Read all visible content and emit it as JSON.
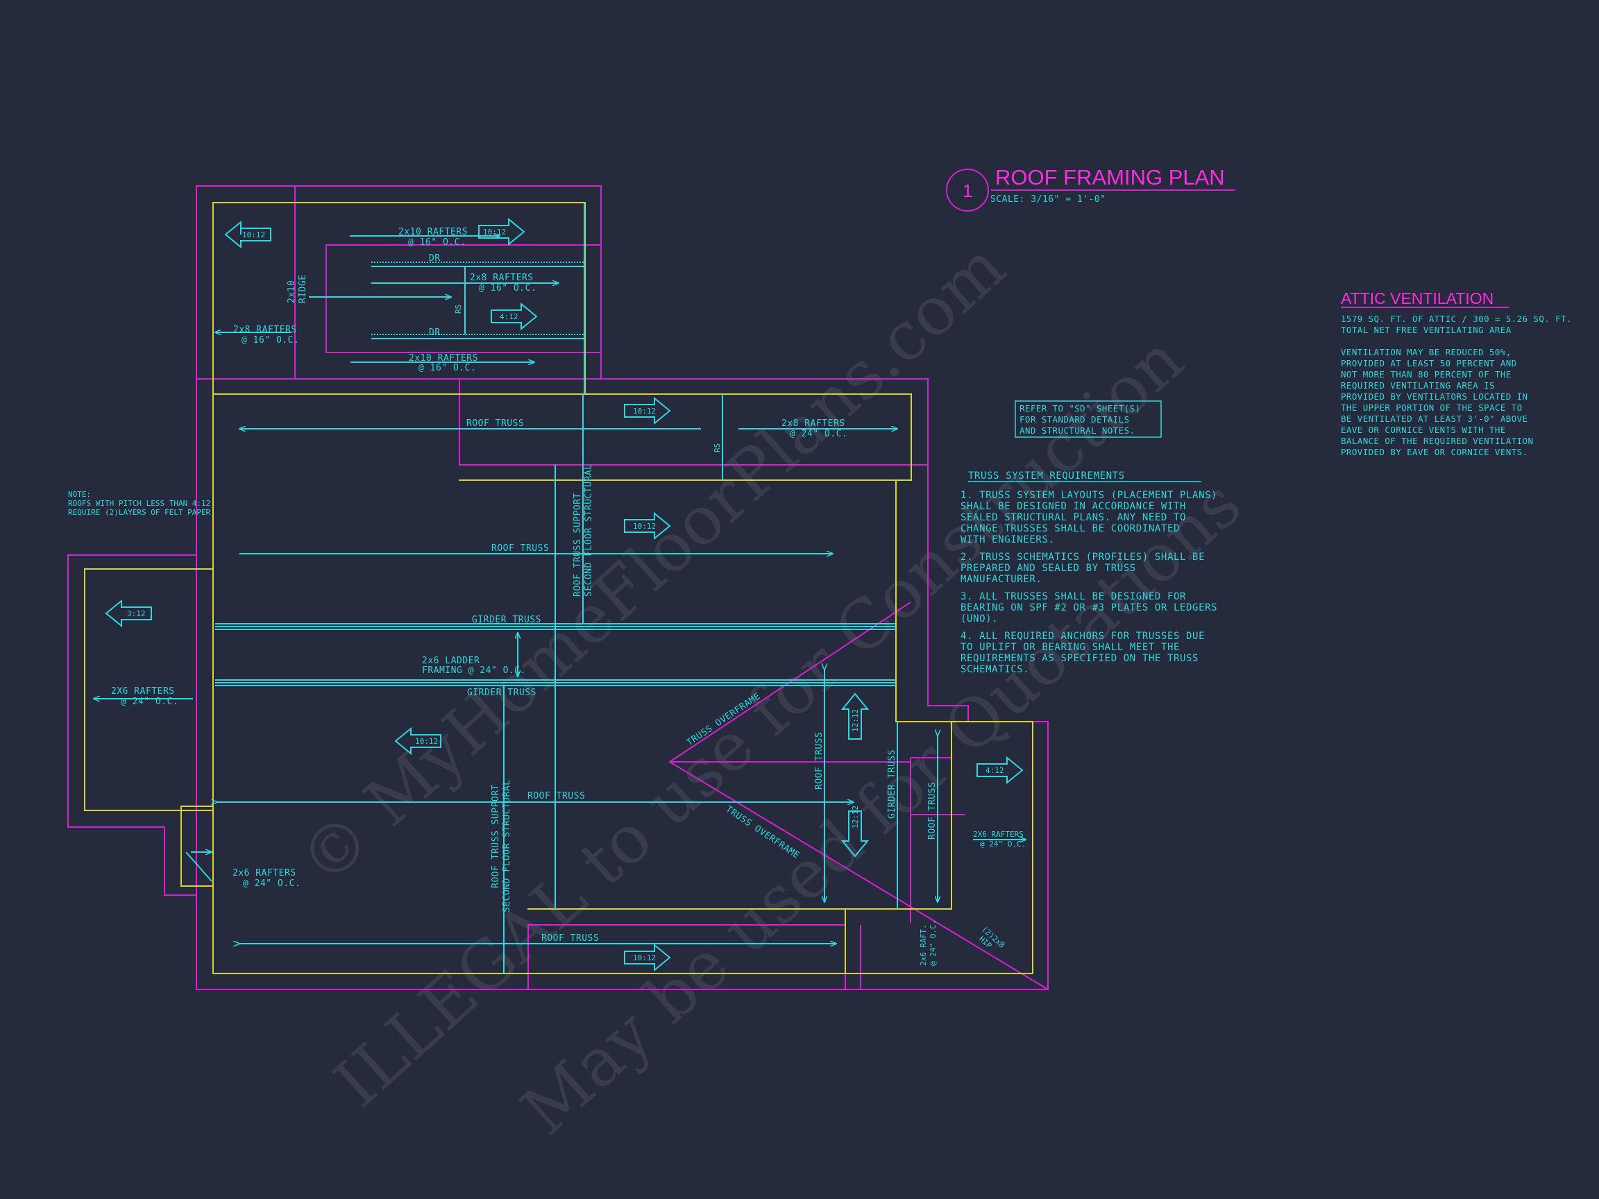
{
  "title": {
    "number": "1",
    "text": "ROOF FRAMING PLAN",
    "scale": "SCALE: 3/16\" = 1'-0\""
  },
  "refer_note": [
    "REFER TO \"SD\" SHEET(S)",
    "FOR STANDARD DETAILS",
    "AND STRUCTURAL NOTES."
  ],
  "truss_requirements": {
    "heading": "TRUSS SYSTEM REQUIREMENTS",
    "lines": [
      "1. TRUSS SYSTEM LAYOUTS (PLACEMENT PLANS)",
      "SHALL BE DESIGNED IN ACCORDANCE WITH",
      "SEALED STRUCTURAL PLANS. ANY NEED TO",
      "CHANGE TRUSSES SHALL BE COORDINATED",
      "WITH ENGINEERS.",
      "2. TRUSS SCHEMATICS (PROFILES) SHALL BE",
      "PREPARED AND SEALED BY TRUSS",
      "MANUFACTURER.",
      "3. ALL TRUSSES SHALL BE DESIGNED FOR",
      "BEARING ON SPF #2 OR #3 PLATES OR LEDGERS",
      "(UNO).",
      "4. ALL REQUIRED ANCHORS FOR TRUSSES DUE",
      "TO UPLIFT OR BEARING SHALL MEET THE",
      "REQUIREMENTS AS SPECIFIED ON THE TRUSS",
      "SCHEMATICS."
    ]
  },
  "attic_ventilation": {
    "heading": "ATTIC VENTILATION",
    "calc_lines": [
      "1579 SQ. FT. OF ATTIC / 300 = 5.26 SQ. FT.",
      "TOTAL NET FREE VENTILATING AREA"
    ],
    "body_lines": [
      "VENTILATION MAY BE REDUCED 50%,",
      "PROVIDED AT LEAST 50 PERCENT AND",
      "NOT MORE THAN 80 PERCENT OF THE",
      "REQUIRED VENTILATING AREA IS",
      "PROVIDED BY VENTILATORS LOCATED IN",
      "THE UPPER PORTION OF THE SPACE TO",
      "BE VENTILATED AT LEAST 3'-0\" ABOVE",
      "EAVE OR CORNICE VENTS WITH THE",
      "BALANCE OF THE REQUIRED VENTILATION",
      "PROVIDED BY EAVE OR CORNICE VENTS."
    ]
  },
  "left_note": [
    "NOTE:",
    "ROOFS WITH PITCH LESS THAN 4:12",
    "REQUIRE (2)LAYERS OF FELT PAPER"
  ],
  "plan_labels": {
    "rafters_2x10_top": [
      "2x10 RAFTERS",
      "@ 16\" O.C."
    ],
    "rafters_2x8_upper": [
      "2x8 RAFTERS",
      "@ 16\" O.C."
    ],
    "rafters_2x8_left": [
      "2x8 RAFTERS",
      "@ 16\" O.C."
    ],
    "rafters_2x10_bottom": [
      "2x10 RAFTERS",
      "@ 16\" O.C."
    ],
    "ridge": [
      "2x10",
      "RIDGE"
    ],
    "dr": "DR",
    "rs": "RS",
    "roof_truss": "ROOF TRUSS",
    "rafters_2x8_24": [
      "2x8 RAFTERS",
      "@ 24\" O.C."
    ],
    "girder_truss": "GIRDER TRUSS",
    "ladder": [
      "2x6 LADDER",
      "FRAMING @ 24\" O.C."
    ],
    "rafters_2x6_left": [
      "2X6 RAFTERS",
      "@ 24\" O.C."
    ],
    "rafters_2x6_lower": [
      "2x6 RAFTERS",
      "@ 24\" O.C."
    ],
    "rafters_2x6_right": [
      "2X6 RAFTERS",
      "@ 24\" O.C."
    ],
    "raft_2x6_vertical": [
      "2x6 RAFT.",
      "@ 24\" O.C."
    ],
    "support_lines": [
      "ROOF TRUSS SUPPORT",
      "SECOND FLOOR STRUCTURAL"
    ],
    "overframe": "TRUSS OVERFRAME",
    "hip": [
      "(2)2x8",
      "HIP"
    ],
    "pitch_10": "10:12",
    "pitch_4": "4:12",
    "pitch_3": "3:12",
    "pitch_12": "12:12"
  },
  "watermark": [
    "© MyHomeFloorPlans.com",
    "ILLEGAL to use for Construction",
    "May be used for Quotations"
  ],
  "colors": {
    "background": "#262a3d",
    "cyan": "#32d6dc",
    "yellow": "#d9d42a",
    "magenta": "#d81fd1"
  }
}
